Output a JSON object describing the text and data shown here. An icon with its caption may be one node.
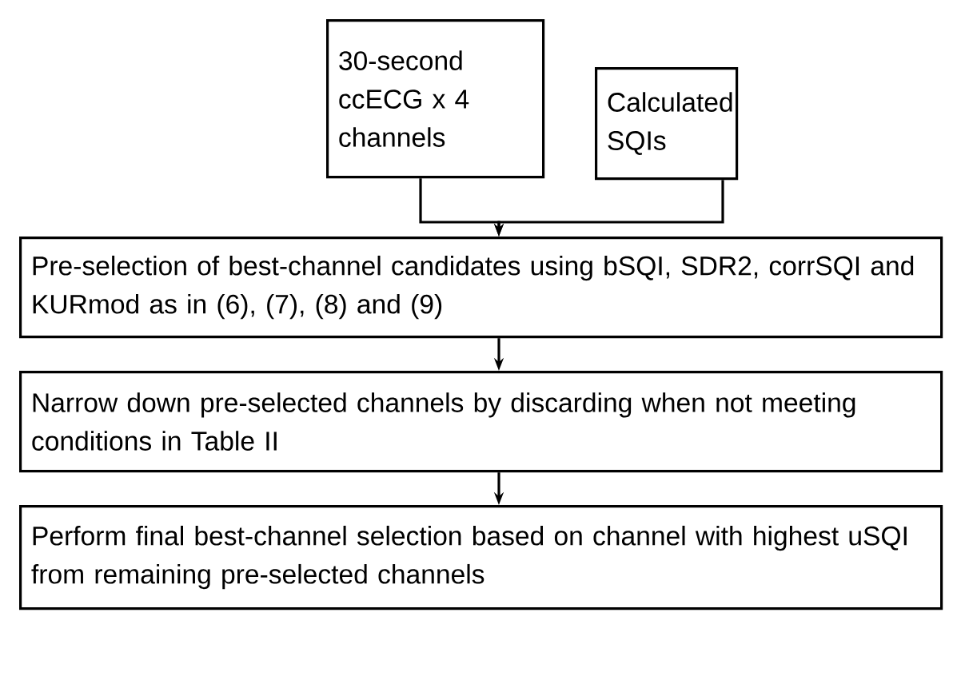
{
  "diagram": {
    "nodes": [
      {
        "text": [
          "30-second ccECG x 4 channels"
        ]
      },
      {
        "text": [
          "Calculated SQIs"
        ]
      },
      {
        "text": [
          "Pre-selection of best-channel candidates using bSQI, SDR2, corrSQI and KURmod as in (6), (7), (8) and (9)"
        ]
      },
      {
        "text": [
          "Narrow down pre-selected channels by discarding when not meeting conditions in Table II"
        ]
      },
      {
        "text": [
          "Perform final best-channel selection based on channel with highest uSQI from remaining pre-selected channels"
        ]
      }
    ],
    "edges": [
      {
        "from": 0,
        "to": 2,
        "arrow": "to"
      },
      {
        "from": 1,
        "to": 2,
        "arrow": "to"
      },
      {
        "from": 2,
        "to": 3,
        "arrow": "to"
      },
      {
        "from": 3,
        "to": 4,
        "arrow": "to"
      }
    ]
  }
}
